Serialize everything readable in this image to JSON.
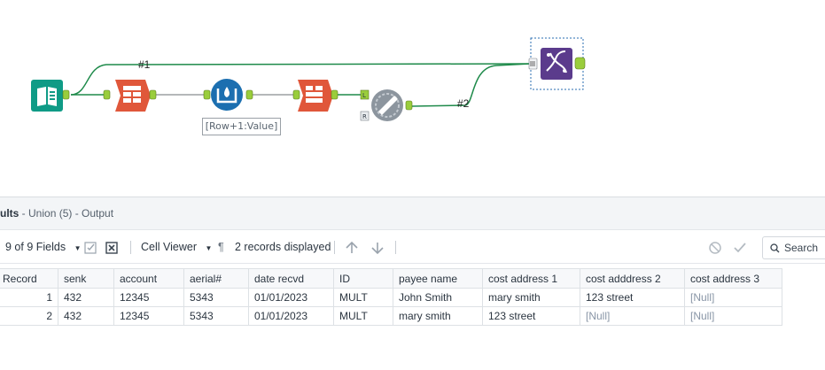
{
  "canvas": {
    "connection_labels": [
      "#1",
      "#2"
    ],
    "formula_annotation": "[Row+1:Value]",
    "anchor_labels": {
      "left": "L",
      "right": "R"
    }
  },
  "results": {
    "title_prefix": "ults",
    "title_suffix": " - Union (5) - Output",
    "toolbar": {
      "fields": "9 of 9 Fields",
      "viewer": "Cell Viewer",
      "records": "2 records displayed",
      "search": "Search"
    },
    "columns": [
      "Record",
      "senk",
      "account",
      "aerial#",
      "date recvd",
      "ID",
      "payee name",
      "cost address 1",
      "cost adddress 2",
      "cost address 3"
    ],
    "rows": [
      [
        "1",
        "432",
        "12345",
        "5343",
        "01/01/2023",
        "MULT",
        "John Smith",
        "mary smith",
        "123 street",
        "[Null]"
      ],
      [
        "2",
        "432",
        "12345",
        "5343",
        "01/01/2023",
        "MULT",
        "mary smith",
        "123 street",
        "[Null]",
        "[Null]"
      ]
    ]
  },
  "colors": {
    "input_tool": "#0f9b86",
    "transform_tool": "#e0573a",
    "formula_tool": "#1c6fb0",
    "join_tool": "#8c959e",
    "output_tool": "#5b3b8c",
    "connector": "#1e8a4a",
    "anchor": "#9acd3c"
  }
}
